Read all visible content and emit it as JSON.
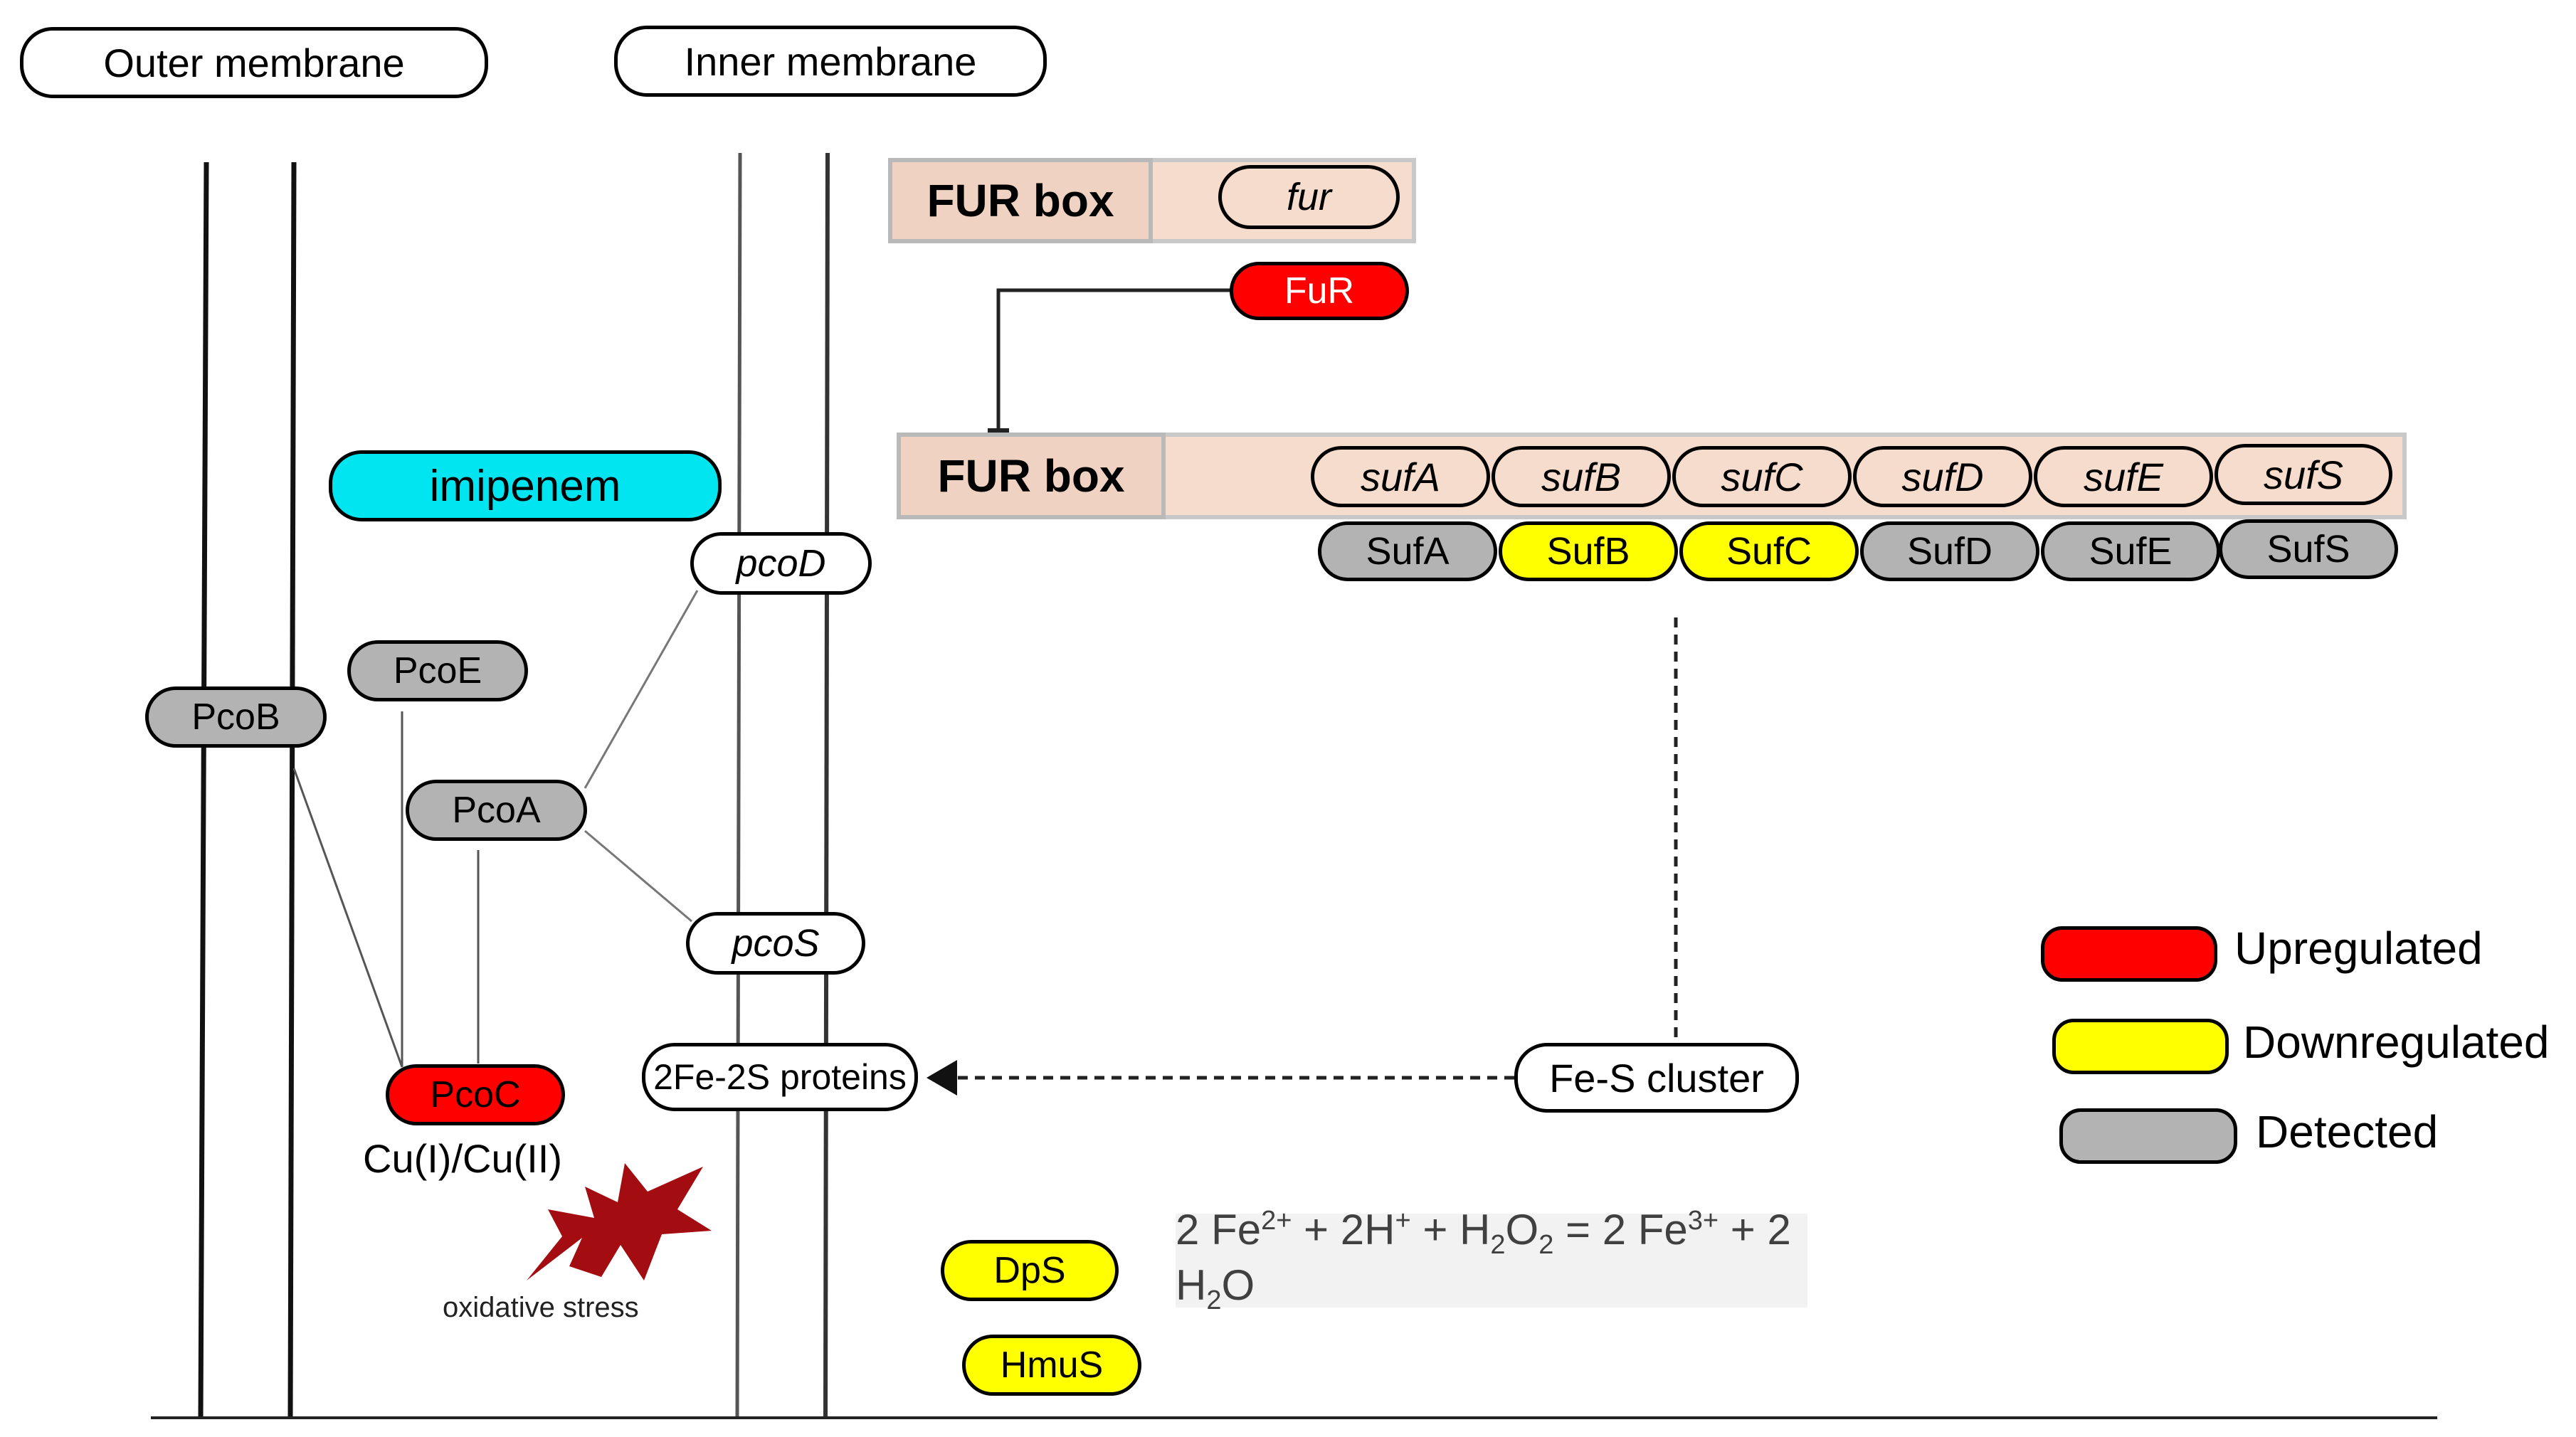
{
  "membranes": {
    "outer_label": "Outer membrane",
    "inner_label": "Inner membrane"
  },
  "fur_top": {
    "box_label": "FUR box",
    "gene": "fur",
    "protein": "FuR"
  },
  "fur_suf": {
    "box_label": "FUR box",
    "genes": [
      "sufA",
      "sufB",
      "sufC",
      "sufD",
      "sufE",
      "sufS"
    ],
    "proteins": [
      {
        "name": "SufA",
        "status": "detected"
      },
      {
        "name": "SufB",
        "status": "downregulated"
      },
      {
        "name": "SufC",
        "status": "downregulated"
      },
      {
        "name": "SufD",
        "status": "detected"
      },
      {
        "name": "SufE",
        "status": "detected"
      },
      {
        "name": "SufS",
        "status": "detected"
      }
    ]
  },
  "drug": "imipenem",
  "pco": {
    "pcoB": "PcoB",
    "pcoE": "PcoE",
    "pcoA": "PcoA",
    "pcoC": "PcoC",
    "pcoD": "pcoD",
    "pcoS": "pcoS",
    "copper_label": "Cu(I)/Cu(II)"
  },
  "fe_s": {
    "cluster": "Fe-S cluster",
    "proteins": "2Fe-2S proteins"
  },
  "stress_label": "oxidative stress",
  "dps": "DpS",
  "hmus": "HmuS",
  "equation": {
    "a": "2 Fe",
    "a_sup": "2+",
    "b": " + 2H",
    "b_sup": "+",
    "c": " + H",
    "c_sub1": "2",
    "c_mid": "O",
    "c_sub2": "2",
    "d": " = 2 Fe",
    "d_sup": "3+",
    "e": " + 2 H",
    "e_sub": "2",
    "f": "O"
  },
  "legend": [
    {
      "label": "Upregulated",
      "color": "#ff0000"
    },
    {
      "label": "Downregulated",
      "color": "#ffff00"
    },
    {
      "label": "Detected",
      "color": "#b3b3b3"
    }
  ],
  "colors": {
    "upregulated": "#ff0000",
    "downregulated": "#ffff00",
    "detected": "#b3b3b3",
    "fur_box": "#f6dccd",
    "drug": "#00e5f0",
    "stress": "#a30d12"
  }
}
